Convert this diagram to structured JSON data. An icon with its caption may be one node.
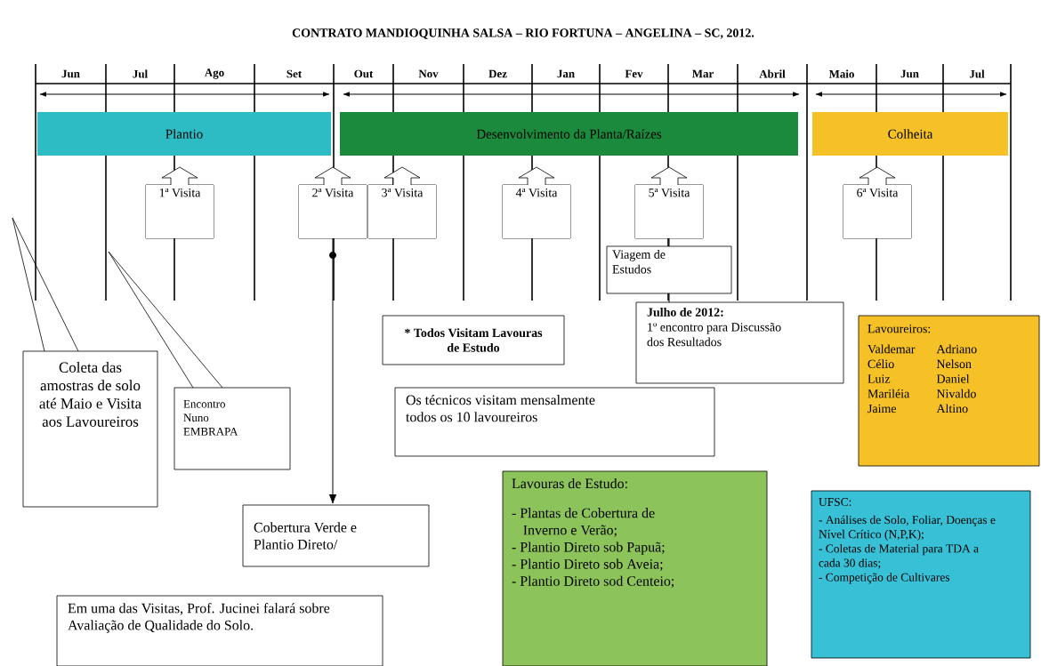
{
  "diagram": {
    "title": "CONTRATO MANDIOQUINHA SALSA – RIO FORTUNA – ANGELINA – SC, 2012.",
    "nodes": [
      {
        "text": [
          "Plantio"
        ]
      },
      {
        "text": [
          "Desenvolvimento da Planta/Raízes"
        ]
      },
      {
        "text": [
          "Colheita"
        ]
      },
      {
        "text": [
          "1ª Visita"
        ]
      },
      {
        "text": [
          "2ª Visita"
        ]
      },
      {
        "text": [
          "3ª Visita"
        ]
      },
      {
        "text": [
          "4ª Visita"
        ]
      },
      {
        "text": [
          "5ª Visita"
        ]
      },
      {
        "text": [
          "6ª Visita"
        ]
      },
      {
        "text": [
          "Viagem de Estudos"
        ]
      },
      {
        "text": [
          "* Todos Visitam Lavouras de Estudo"
        ]
      },
      {
        "text": [
          "Julho de 2012:",
          "1º encontro para Discussão dos Resultados"
        ]
      },
      {
        "text": [
          "Lavoureiros:",
          "Valdemar",
          "Adriano",
          "Célio",
          "Nelson",
          "Luiz",
          "Daniel",
          "Mariléia",
          "Nivaldo",
          "Jaime",
          "Altino"
        ]
      },
      {
        "text": [
          "Coleta das amostras de solo até Maio e Visita aos Lavoureiros"
        ]
      },
      {
        "text": [
          "Encontro Nuno EMBRAPA"
        ]
      },
      {
        "text": [
          "Os técnicos visitam mensalmente todos os 10 lavoureiros"
        ]
      },
      {
        "text": [
          "Cobertura Verde e Plantio Direto/"
        ]
      },
      {
        "text": [
          "Lavouras de Estudo:",
          "- Plantas de Cobertura de Inverno e Verão;",
          "- Plantio Direto sob Papuã;",
          "- Plantio Direto sob Aveia;",
          "- Plantio Direto sod Centeio;"
        ]
      },
      {
        "text": [
          "UFSC:",
          "- Análises de Solo, Foliar, Doenças e Nível Crítico (N,P,K);",
          "- Coletas de Material para TDA a cada 30 dias;",
          "- Competição de Cultivares"
        ]
      },
      {
        "text": [
          "Em uma das Visitas, Prof. Jucinei falará sobre Avaliação de Qualidade do Solo."
        ]
      }
    ],
    "edges": [
      {
        "from": 4,
        "to": 16,
        "arrow": "to"
      },
      {
        "from": 7,
        "to": 9,
        "arrow": "none"
      },
      {
        "from": 9,
        "to": 11,
        "arrow": "none"
      },
      {
        "from": 13,
        "to": null,
        "arrow": "none"
      },
      {
        "from": 14,
        "to": null,
        "arrow": "none"
      }
    ],
    "labels": [
      "Jun",
      "Jul",
      "Ago",
      "Set",
      "Out",
      "Nov",
      "Dez",
      "Jan",
      "Fev",
      "Mar",
      "Abril",
      "Maio",
      "Jun",
      "Jul"
    ]
  }
}
